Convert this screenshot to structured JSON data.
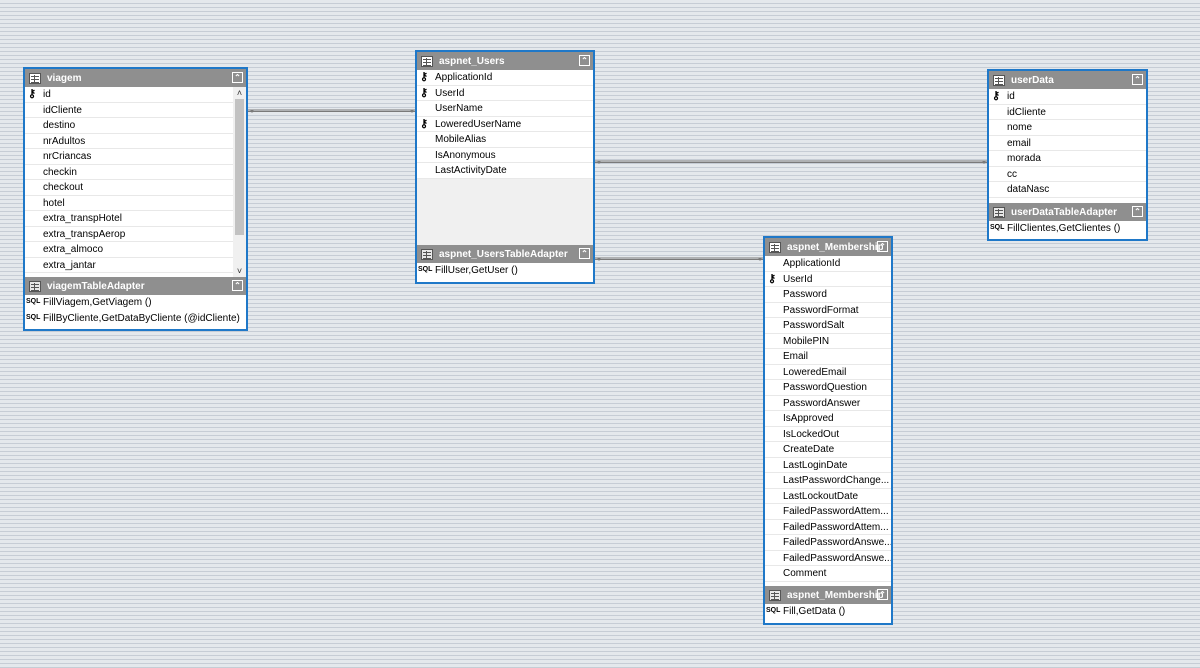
{
  "tables": {
    "viagem": {
      "title": "viagem",
      "columns": [
        "id",
        "idCliente",
        "destino",
        "nrAdultos",
        "nrCriancas",
        "checkin",
        "checkout",
        "hotel",
        "extra_transpHotel",
        "extra_transpAerop",
        "extra_almoco",
        "extra_jantar"
      ],
      "adapter": {
        "title": "viagemTableAdapter",
        "queries": [
          "FillViagem,GetViagem ()",
          "FillByCliente,GetDataByCliente (@idCliente)"
        ]
      }
    },
    "aspnet_users": {
      "title": "aspnet_Users",
      "columns": [
        "ApplicationId",
        "UserId",
        "UserName",
        "LoweredUserName",
        "MobileAlias",
        "IsAnonymous",
        "LastActivityDate"
      ],
      "adapter": {
        "title": "aspnet_UsersTableAdapter",
        "queries": [
          "FillUser,GetUser ()"
        ]
      }
    },
    "userdata": {
      "title": "userData",
      "columns": [
        "id",
        "idCliente",
        "nome",
        "email",
        "morada",
        "cc",
        "dataNasc"
      ],
      "adapter": {
        "title": "userDataTableAdapter",
        "queries": [
          "FillClientes,GetClientes ()"
        ]
      }
    },
    "aspnet_membership": {
      "title": "aspnet_Membership",
      "columns": [
        "ApplicationId",
        "UserId",
        "Password",
        "PasswordFormat",
        "PasswordSalt",
        "MobilePIN",
        "Email",
        "LoweredEmail",
        "PasswordQuestion",
        "PasswordAnswer",
        "IsApproved",
        "IsLockedOut",
        "CreateDate",
        "LastLoginDate",
        "LastPasswordChange...",
        "LastLockoutDate",
        "FailedPasswordAttem...",
        "FailedPasswordAttem...",
        "FailedPasswordAnswe...",
        "FailedPasswordAnswe...",
        "Comment"
      ],
      "adapter": {
        "title": "aspnet_Membership",
        "queries": [
          "Fill,GetData ()"
        ]
      }
    }
  },
  "icons": {
    "key": "key-icon",
    "table": "table-icon",
    "adapter": "adapter-icon",
    "sql": "sql-query-icon",
    "collapse": "collapse-chevrons-icon"
  },
  "colors": {
    "selection_border": "#1f78c8",
    "header_bg": "#8f8f8f",
    "canvas_bg": "#e4e8ec"
  }
}
